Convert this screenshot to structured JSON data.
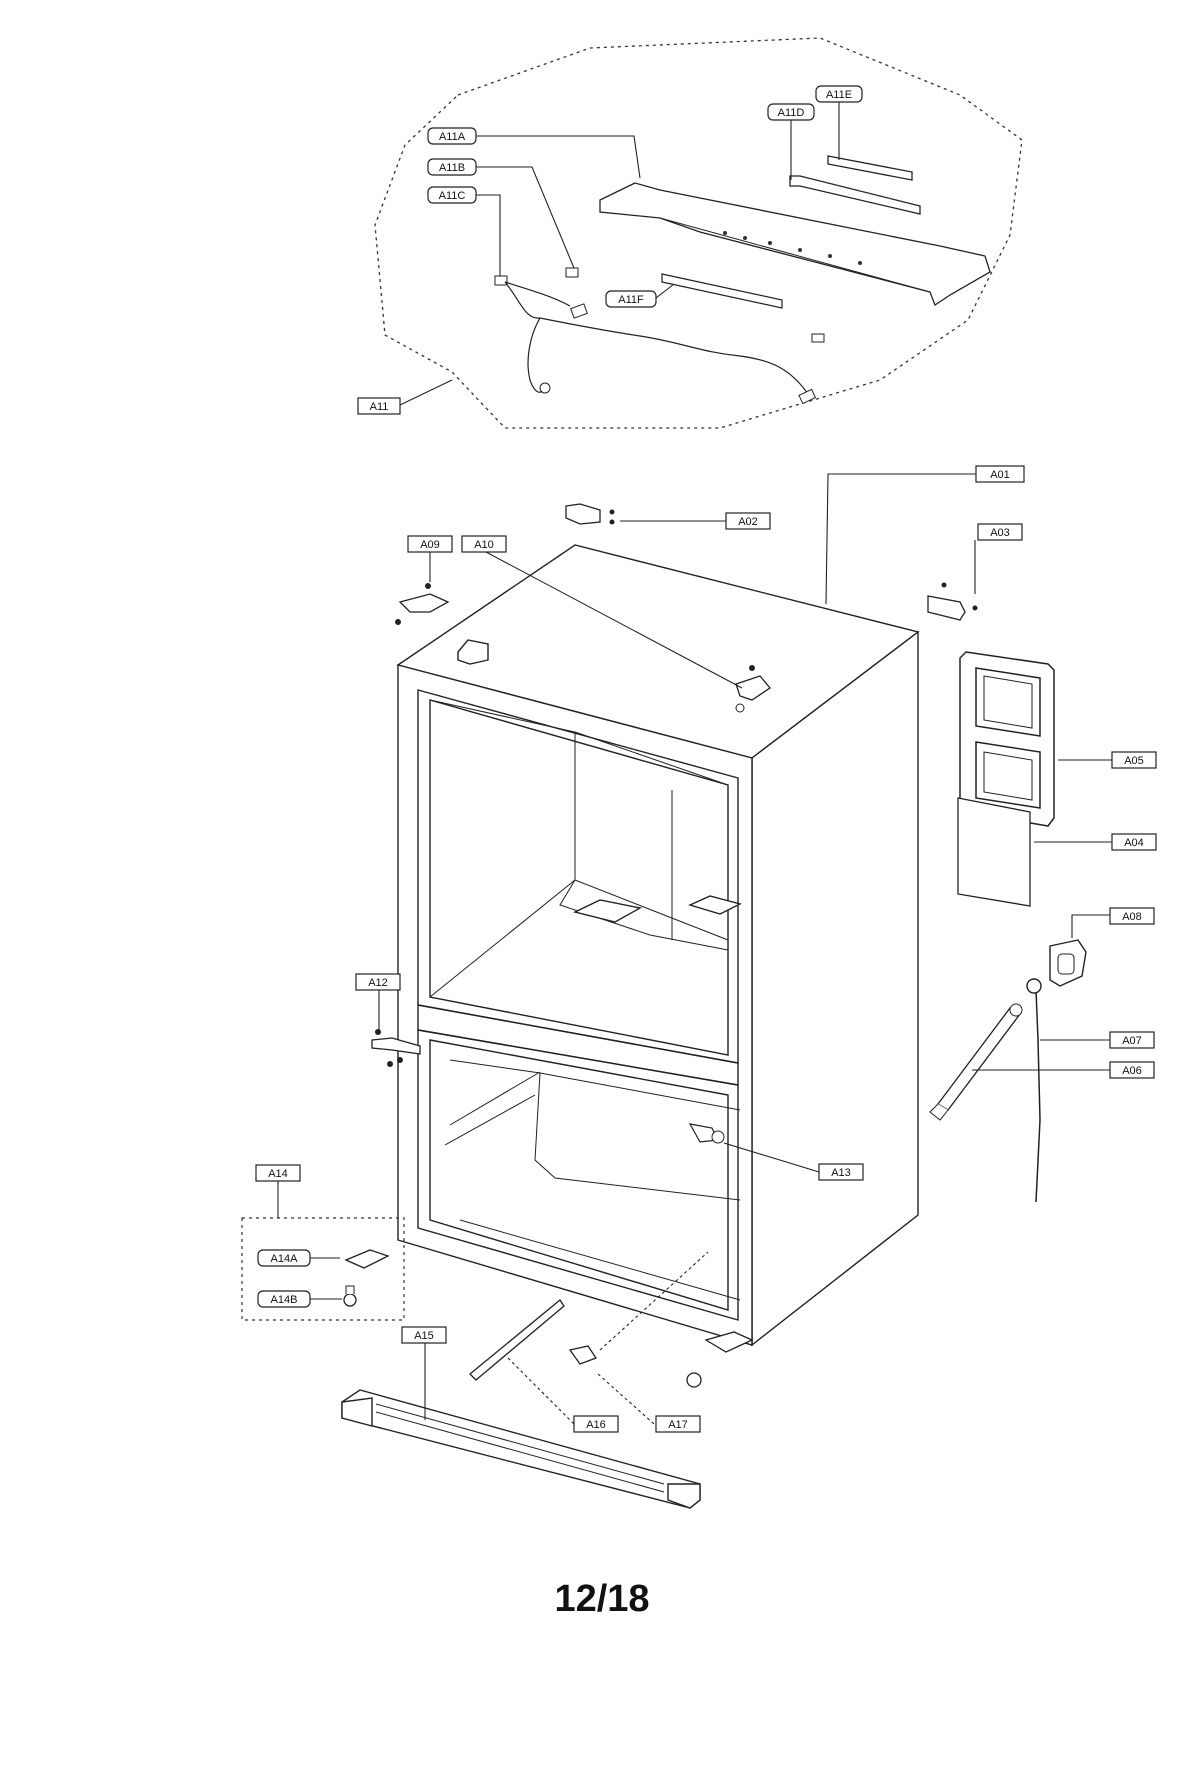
{
  "diagram": {
    "page_number": "12/18",
    "labels": {
      "A01": "A01",
      "A02": "A02",
      "A03": "A03",
      "A04": "A04",
      "A05": "A05",
      "A06": "A06",
      "A07": "A07",
      "A08": "A08",
      "A09": "A09",
      "A10": "A10",
      "A11": "A11",
      "A11A": "A11A",
      "A11B": "A11B",
      "A11C": "A11C",
      "A11D": "A11D",
      "A11E": "A11E",
      "A11F": "A11F",
      "A12": "A12",
      "A13": "A13",
      "A14": "A14",
      "A14A": "A14A",
      "A14B": "A14B",
      "A15": "A15",
      "A16": "A16",
      "A17": "A17"
    }
  }
}
